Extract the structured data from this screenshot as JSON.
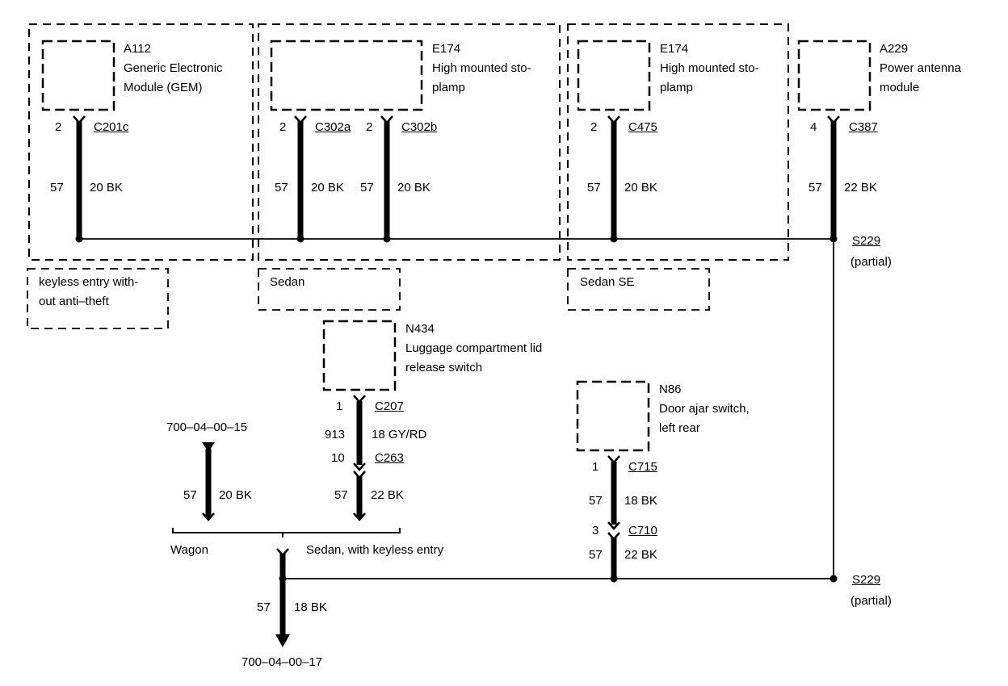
{
  "modules": {
    "a112": {
      "id": "A112",
      "line1": "Generic Electronic",
      "line2": "Module (GEM)"
    },
    "e174_sedan": {
      "id": "E174",
      "line1": "High mounted sto-",
      "line2": "plamp"
    },
    "e174_se": {
      "id": "E174",
      "line1": "High mounted sto-",
      "line2": "plamp"
    },
    "a229": {
      "id": "A229",
      "line1": "Power antenna",
      "line2": "module"
    },
    "n434": {
      "id": "N434",
      "line1": "Luggage compartment lid",
      "line2": "release switch"
    },
    "n86": {
      "id": "N86",
      "line1": "Door ajar switch,",
      "line2": "left rear"
    }
  },
  "connectors": {
    "c201c": {
      "pin": "2",
      "name": "C201c",
      "circuit": "57",
      "wire": "20 BK"
    },
    "c302a": {
      "pin": "2",
      "name": "C302a",
      "circuit": "57",
      "wire": "20 BK"
    },
    "c302b": {
      "pin": "2",
      "name": "C302b",
      "circuit": "57",
      "wire": "20 BK"
    },
    "c475": {
      "pin": "2",
      "name": "C475",
      "circuit": "57",
      "wire": "20 BK"
    },
    "c387": {
      "pin": "4",
      "name": "C387",
      "circuit": "57",
      "wire": "22 BK"
    },
    "c207": {
      "pin": "1",
      "name": "C207",
      "circuit": "913",
      "wire": "18 GY/RD"
    },
    "c263": {
      "pin": "10",
      "name": "C263",
      "circuit": "57",
      "wire": "22 BK"
    },
    "c715": {
      "pin": "1",
      "name": "C715",
      "circuit": "57",
      "wire": "18 BK"
    },
    "c710": {
      "pin": "3",
      "name": "C710",
      "circuit": "57",
      "wire": "22 BK"
    }
  },
  "wagon_feed": {
    "ref": "700–04–00–15",
    "circuit": "57",
    "wire": "20 BK"
  },
  "output": {
    "ref": "700–04–00–17",
    "circuit": "57",
    "wire": "18 BK"
  },
  "splices": {
    "top": {
      "name": "S229",
      "note": "(partial)"
    },
    "bottom": {
      "name": "S229",
      "note": "(partial)"
    }
  },
  "options": {
    "keyless": {
      "line1": "keyless entry with-",
      "line2": "out anti–theft"
    },
    "sedan": "Sedan",
    "sedan_se": "Sedan SE",
    "wagon": "Wagon",
    "sedan_keyless": "Sedan, with keyless entry"
  }
}
